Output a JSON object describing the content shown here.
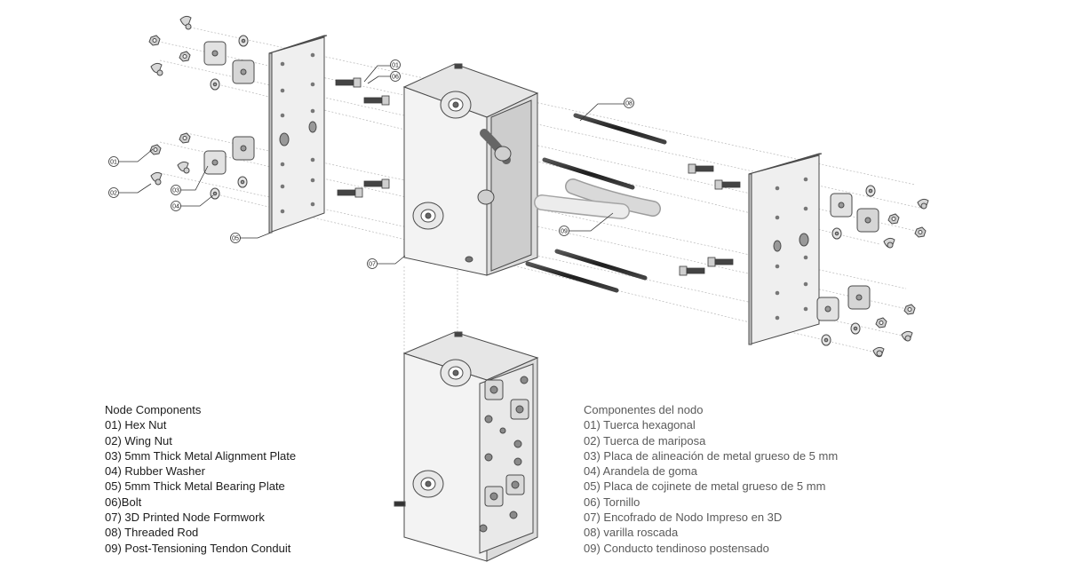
{
  "legend_en": {
    "title": "Node Components",
    "items": [
      "01) Hex  Nut",
      "02) Wing Nut",
      "03) 5mm Thick Metal Alignment Plate",
      "04) Rubber Washer",
      "05) 5mm Thick Metal Bearing Plate",
      "06)Bolt",
      "07) 3D Printed Node Formwork",
      "08) Threaded Rod",
      "09) Post-Tensioning Tendon Conduit"
    ]
  },
  "legend_es": {
    "title": "Componentes del nodo",
    "items": [
      "01) Tuerca hexagonal",
      "02) Tuerca de mariposa",
      "03) Placa de alineación de metal grueso de 5 mm",
      "04) Arandela de goma",
      "05) Placa de cojinete de metal grueso de 5 mm",
      "06) Tornillo",
      "07) Encofrado de Nodo Impreso en 3D",
      "08) varilla roscada",
      "09) Conducto tendinoso postensado"
    ]
  },
  "callouts": [
    "01",
    "06",
    "08",
    "01",
    "02",
    "03",
    "04",
    "05",
    "09",
    "07"
  ],
  "colors": {
    "part_fill": "#ececec",
    "part_shade": "#d2d2d2",
    "outline": "#4a4a4a",
    "guide": "#b8b8b8",
    "rod": "#2a2a2a"
  }
}
